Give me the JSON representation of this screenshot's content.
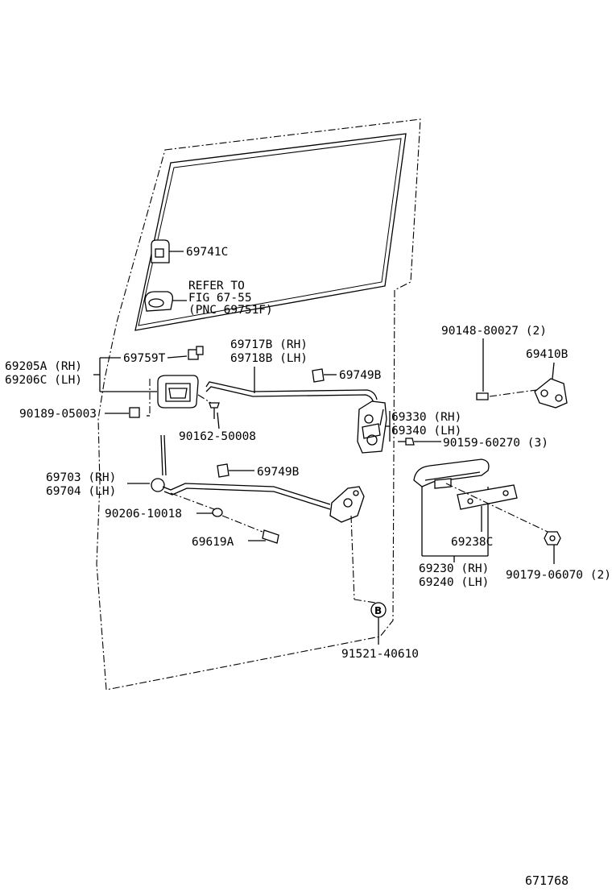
{
  "diagram_id": "671768",
  "labels": {
    "p69741c": "69741C",
    "refer_l1": "REFER TO",
    "refer_l2": "FIG 67-55",
    "refer_l3": "(PNC 69751F)",
    "p69205a": "69205A (RH)",
    "p69206c": "69206C (LH)",
    "p69759t": "69759T",
    "p69717b": "69717B (RH)",
    "p69718b": "69718B (LH)",
    "p69749b_top": "69749B",
    "p90189": "90189-05003",
    "p90162": "90162-50008",
    "p90148": "90148-80027 (2)",
    "p69410b": "69410B",
    "p69330": "69330 (RH)",
    "p69340": "69340 (LH)",
    "p90159": "90159-60270 (3)",
    "p69703": "69703 (RH)",
    "p69704": "69704 (LH)",
    "p69749b_low": "69749B",
    "p90206": "90206-10018",
    "p69619a": "69619A",
    "p69238c": "69238C",
    "p69230": "69230 (RH)",
    "p69240": "69240 (LH)",
    "p90179": "90179-06070 (2)",
    "p91521": "91521-40610",
    "marker_b": "B"
  }
}
